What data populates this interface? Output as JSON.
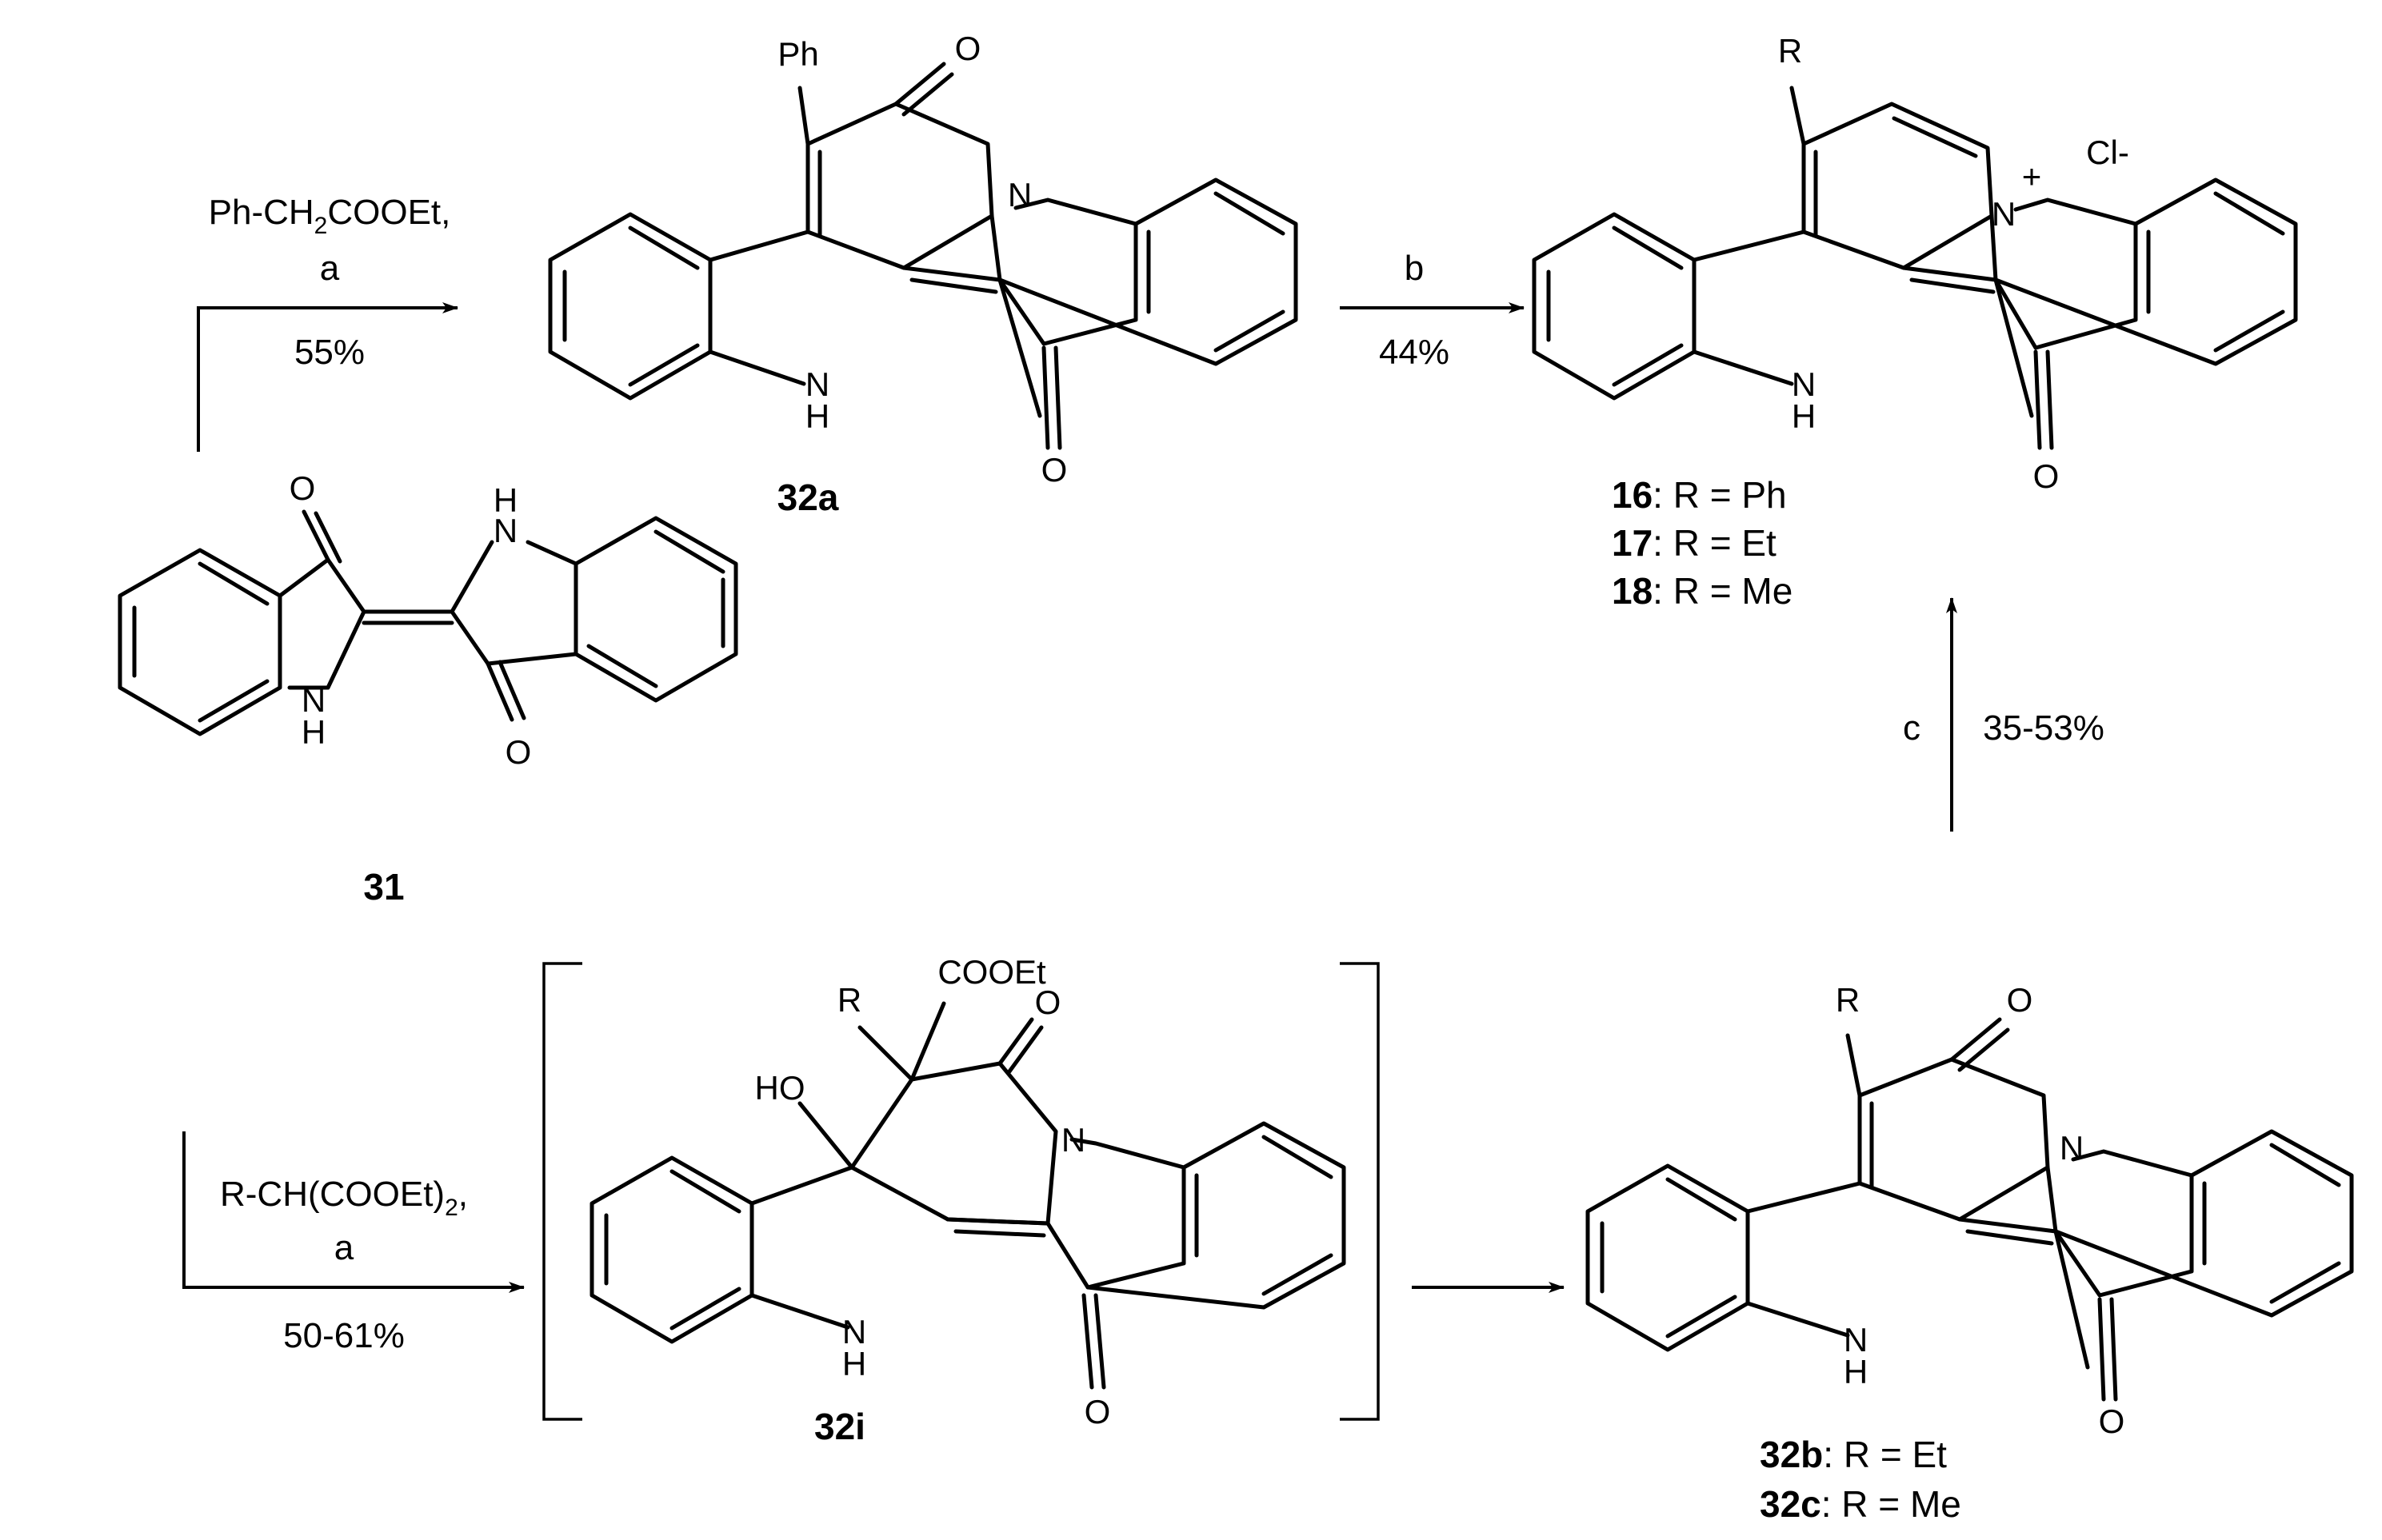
{
  "compounds": {
    "c31": "31",
    "c32a": "32a",
    "c32i": "32i",
    "c16": "16",
    "c17": "17",
    "c18": "18",
    "c32b": "32b",
    "c32c": "32c"
  },
  "substituents": {
    "r16": ": R = Ph",
    "r17": ": R = Et",
    "r18": ": R = Me",
    "r32b": ": R = Et",
    "r32c": ": R = Me"
  },
  "atoms": {
    "O": "O",
    "N": "N",
    "H": "H",
    "R": "R",
    "Ph": "Ph",
    "HO": "HO",
    "COOEt": "COOEt",
    "Cl": "Cl-",
    "plus": "+"
  },
  "arrows": {
    "a1": {
      "reagent_part1": "Ph-CH",
      "reagent_sub": "2",
      "reagent_part2": "COOEt,",
      "step": "a",
      "yield": "55%"
    },
    "b": {
      "step": "b",
      "yield": "44%"
    },
    "c": {
      "step": "c",
      "yield": "35-53%"
    },
    "a2": {
      "reagent_part1": "R-CH(COOEt)",
      "reagent_sub": "2",
      "reagent_part2": ",",
      "step": "a",
      "yield": "50-61%"
    }
  }
}
